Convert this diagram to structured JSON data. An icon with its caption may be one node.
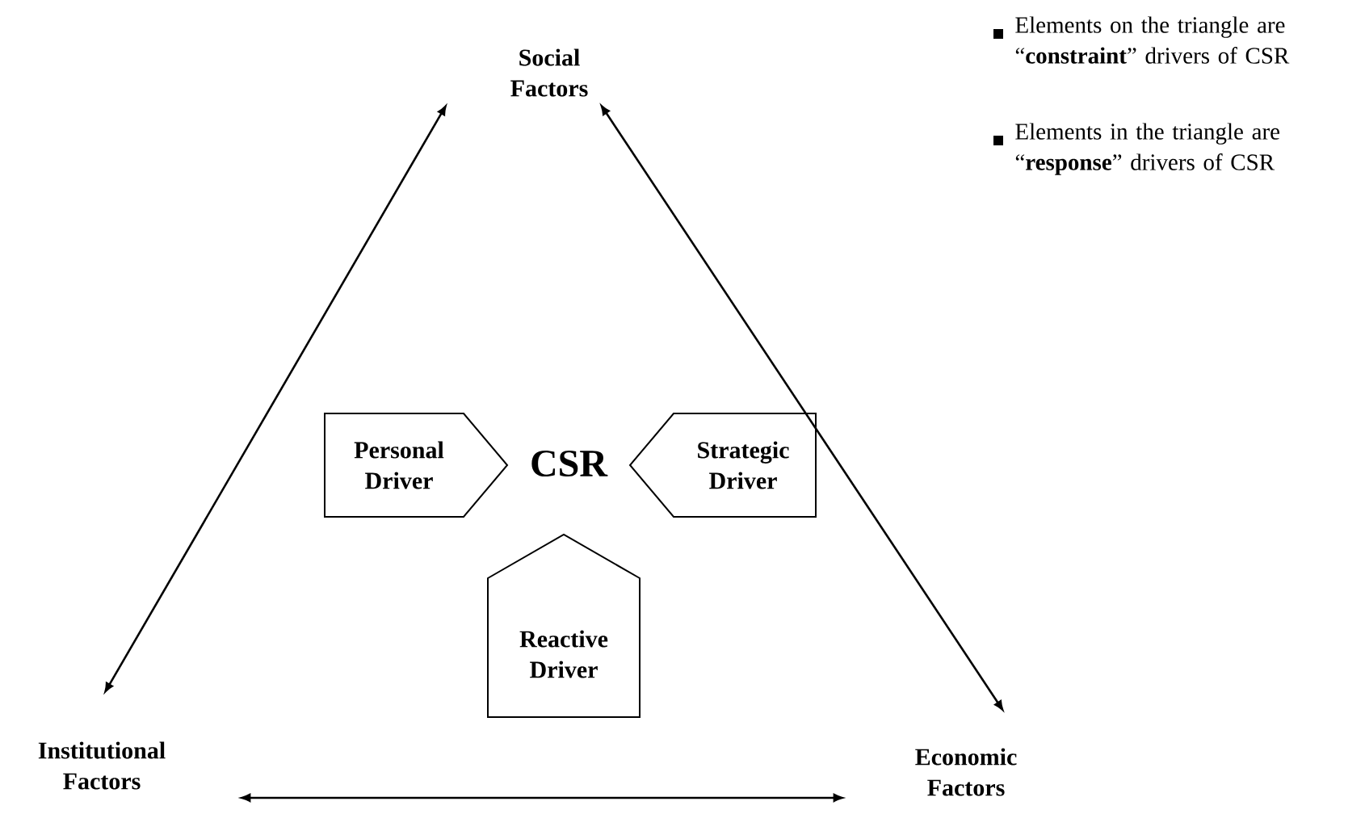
{
  "diagram": {
    "nodes": [
      {
        "text": [
          "Social Factors"
        ]
      },
      {
        "text": [
          "Personal Driver"
        ]
      },
      {
        "text": [
          "CSR"
        ]
      },
      {
        "text": [
          "Strategic Driver"
        ]
      },
      {
        "text": [
          "Reactive Driver"
        ]
      },
      {
        "text": [
          "Institutional Factors"
        ]
      },
      {
        "text": [
          "Economic Factors"
        ]
      }
    ],
    "edges": [
      {
        "from": 0,
        "to": 5,
        "arrow": "both"
      },
      {
        "from": 0,
        "to": 6,
        "arrow": "both"
      },
      {
        "from": 5,
        "to": 6,
        "arrow": "both"
      }
    ],
    "labels": [
      "Elements on the triangle are “**constraint**” drivers of CSR",
      "Elements in the triangle are “**response**” drivers of CSR"
    ]
  }
}
